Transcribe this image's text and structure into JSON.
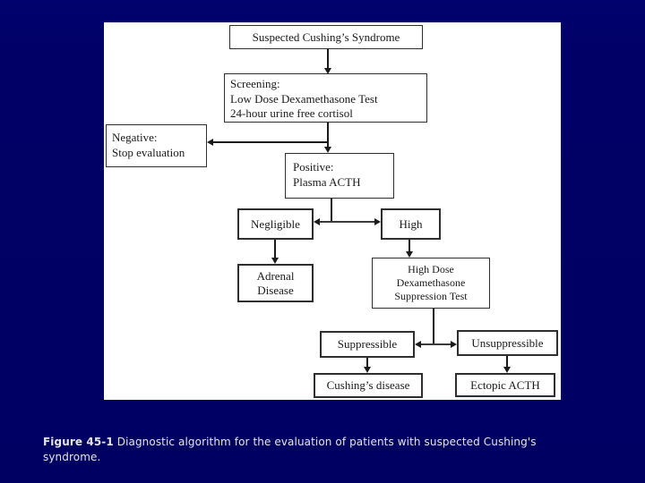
{
  "slide": {
    "caption_bold": "Figure 45-1",
    "caption_rest": " Diagnostic algorithm for the evaluation of patients with suspected Cushing's syndrome."
  },
  "flowchart": {
    "suspected": [
      "Suspected Cushing’s Syndrome"
    ],
    "screening": [
      "Screening:",
      "Low Dose Dexamethasone Test",
      "24-hour urine free cortisol"
    ],
    "negative": [
      "Negative:",
      "Stop evaluation"
    ],
    "positive": [
      "Positive:",
      "Plasma ACTH"
    ],
    "negligible": [
      "Negligible"
    ],
    "high": [
      "High"
    ],
    "adrenal": [
      "Adrenal",
      "Disease"
    ],
    "high_dose": [
      "High Dose",
      "Dexamethasone",
      "Suppression Test"
    ],
    "suppressible": [
      "Suppressible"
    ],
    "unsuppressible": [
      "Unsuppressible"
    ],
    "cushings_disease": [
      "Cushing’s disease"
    ],
    "ectopic_acth": [
      "Ectopic ACTH"
    ]
  },
  "colors": {
    "background": "#000066",
    "panel": "#ffffff",
    "ink": "#1b1b1b",
    "caption_text": "#e5e5e5"
  }
}
